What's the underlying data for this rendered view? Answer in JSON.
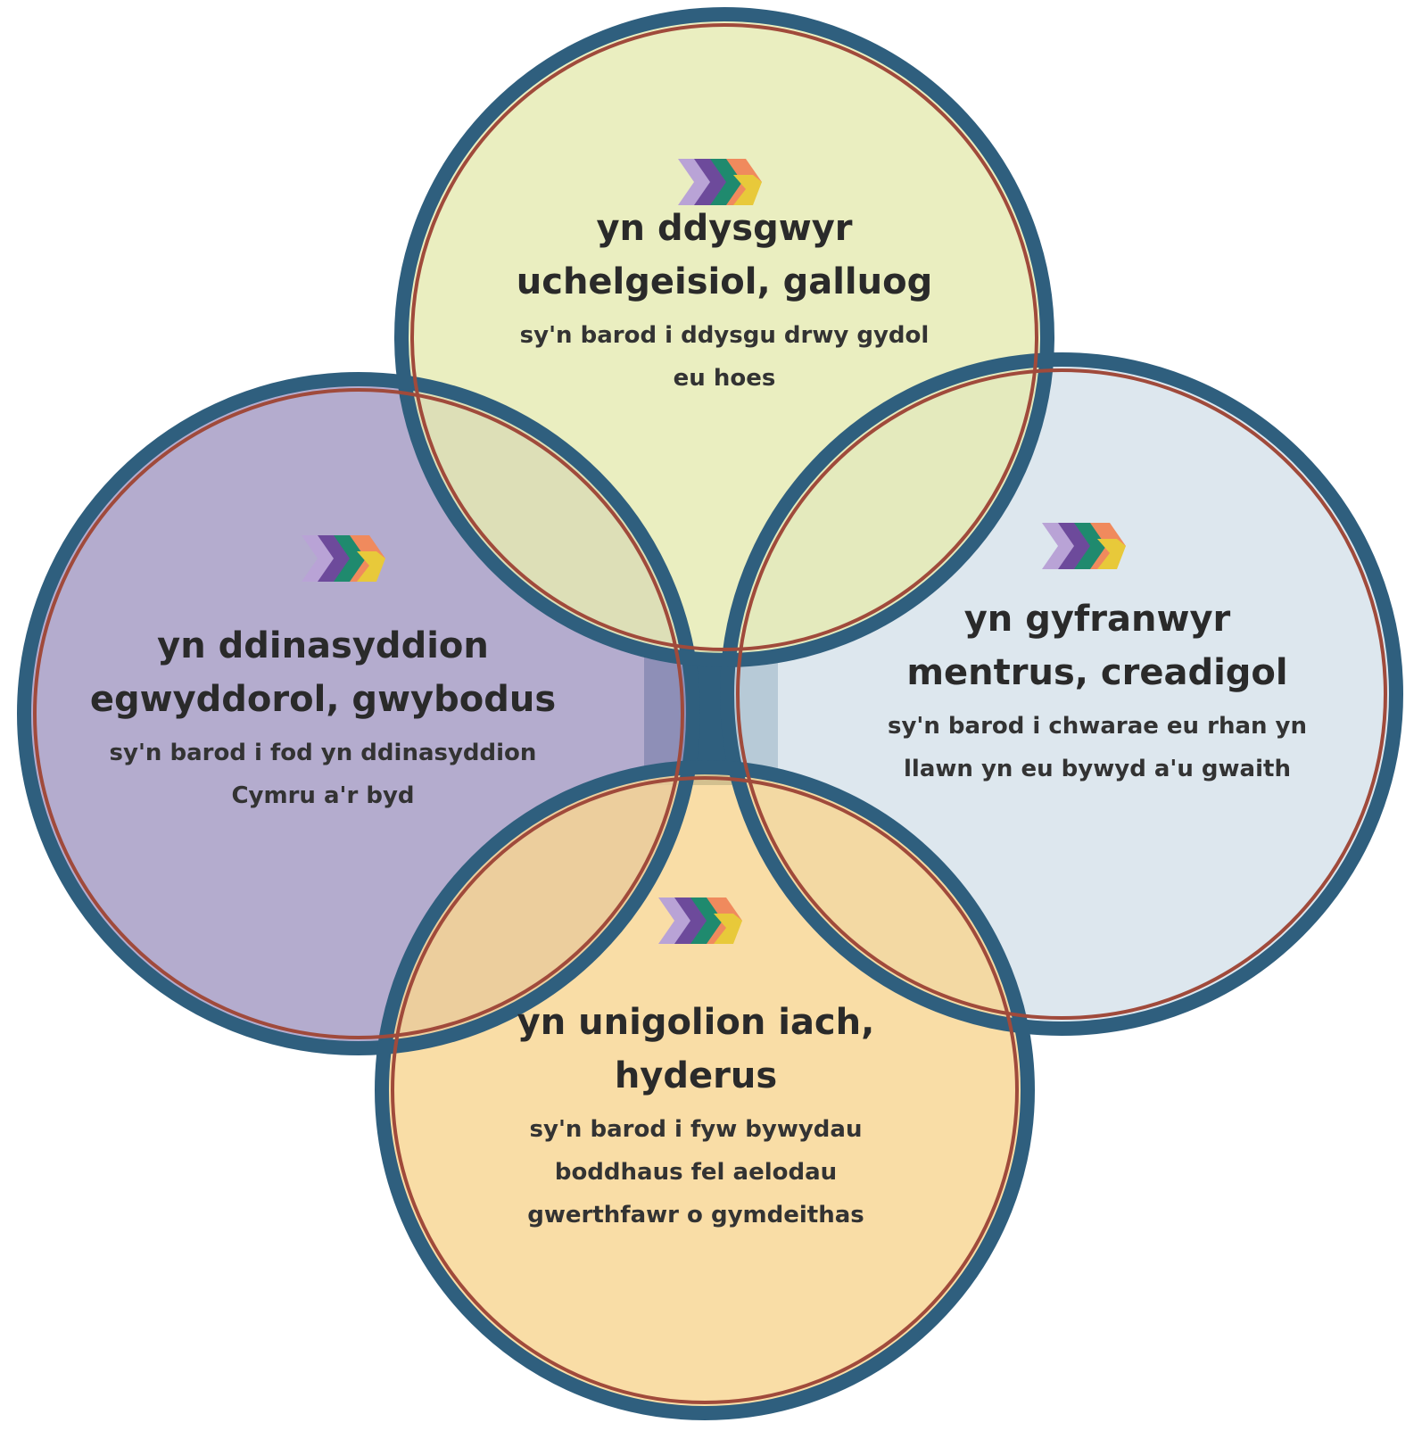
{
  "colors": {
    "ring": "#2f5f7e",
    "ring_inner": "#a04a3b",
    "center_square": "#2f5f7e",
    "text": "#2a2a2a"
  },
  "logo": {
    "icon": "chevrons-logo-icon",
    "colors": [
      "#6d4a9b",
      "#1f8a6e",
      "#e8c93a",
      "#f08a5d",
      "#a7c957"
    ]
  },
  "circles": [
    {
      "id": "top",
      "fill": "#e5eab2",
      "heading": [
        "yn ddysgwyr",
        "uchelgeisiol, galluog"
      ],
      "sub": [
        "sy'n barod i ddysgu drwy gydol",
        "eu hoes"
      ]
    },
    {
      "id": "left",
      "fill": "#a49ac3",
      "heading": [
        "yn ddinasyddion",
        "egwyddorol, gwybodus"
      ],
      "sub": [
        "sy'n barod i fod yn ddinasyddion",
        "Cymru a'r byd"
      ]
    },
    {
      "id": "right",
      "fill": "#d6e2ea",
      "heading": [
        "yn gyfranwyr",
        "mentrus, creadigol"
      ],
      "sub": [
        "sy'n barod i chwarae eu rhan yn",
        "llawn yn eu bywyd a'u gwaith"
      ]
    },
    {
      "id": "bottom",
      "fill": "#f8d592",
      "heading": [
        "yn unigolion iach,",
        "hyderus"
      ],
      "sub": [
        "sy'n barod i fyw bywydau",
        "boddhaus fel aelodau",
        "gwerthfawr o gymdeithas"
      ]
    }
  ]
}
